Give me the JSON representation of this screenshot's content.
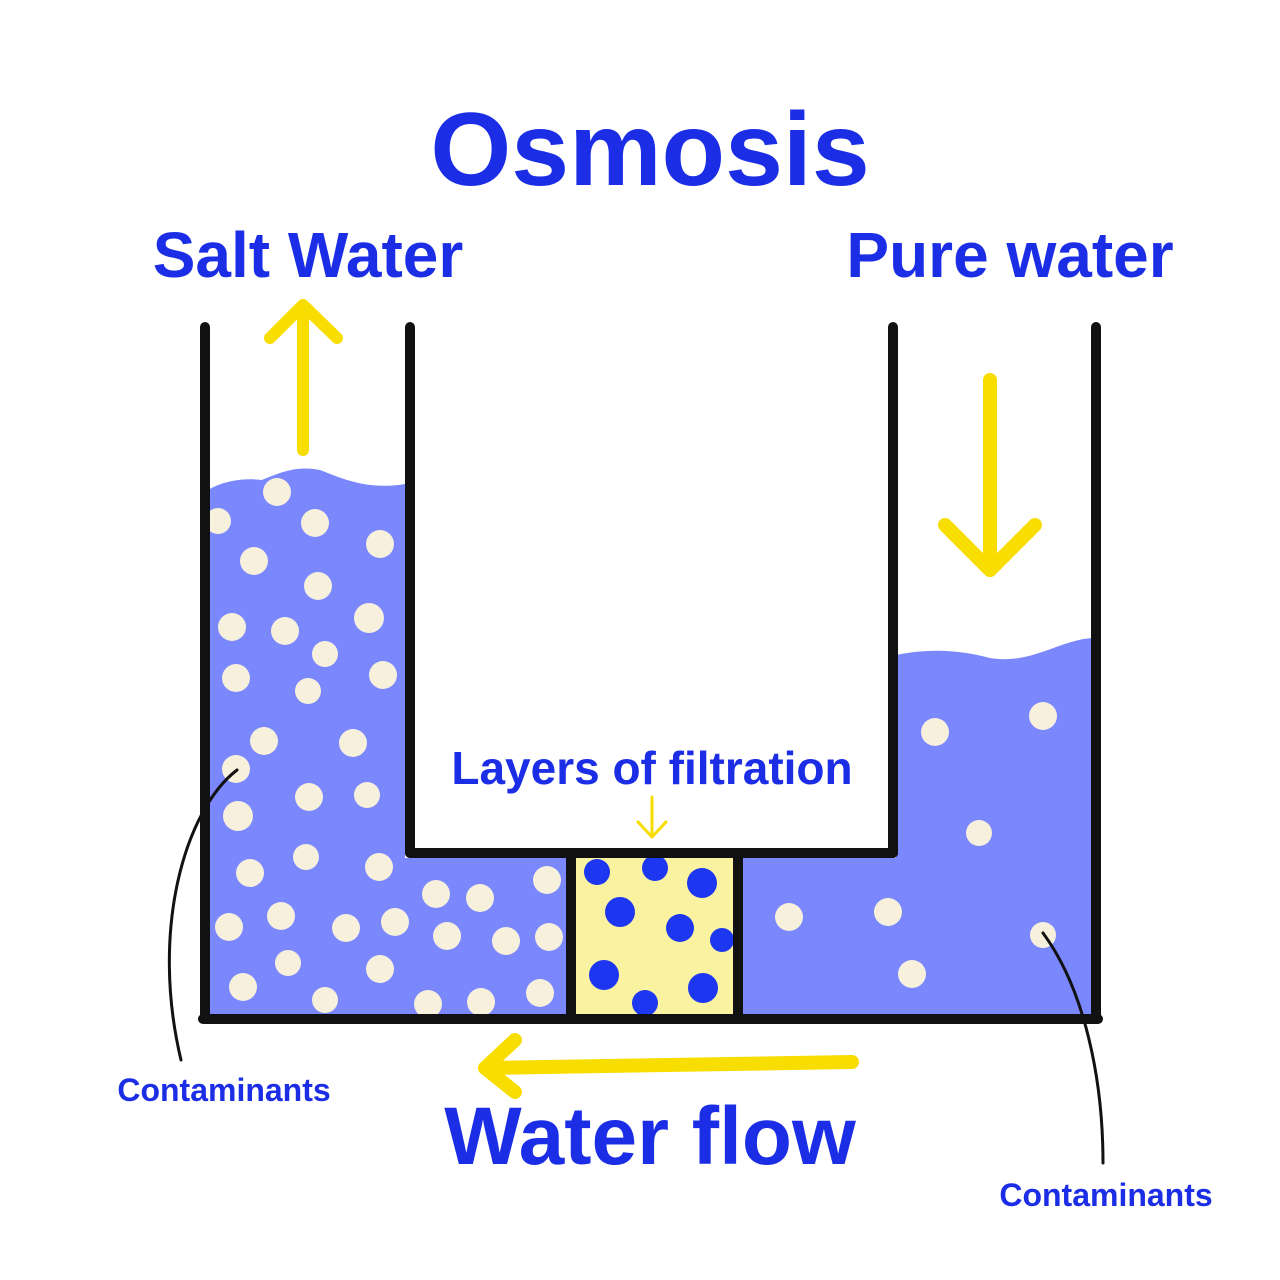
{
  "title": "Osmosis",
  "labels": {
    "left_column": "Salt Water",
    "right_column": "Pure water",
    "filter": "Layers of filtration",
    "flow": "Water flow",
    "contaminants_left": "Contaminants",
    "contaminants_right": "Contaminants"
  },
  "colors": {
    "text": "#1b2ee6",
    "water": "#7a87fd",
    "particles": "#f7f0dc",
    "filter_fill": "#f9f2a1",
    "filter_dots": "#1d36f0",
    "arrows": "#f7dd00",
    "walls": "#111111"
  },
  "icons": {
    "up_arrow": "arrow-up-icon",
    "down_arrow": "arrow-down-icon",
    "flow_arrow": "arrow-left-icon",
    "filter_pointer": "arrow-down-small-icon"
  }
}
